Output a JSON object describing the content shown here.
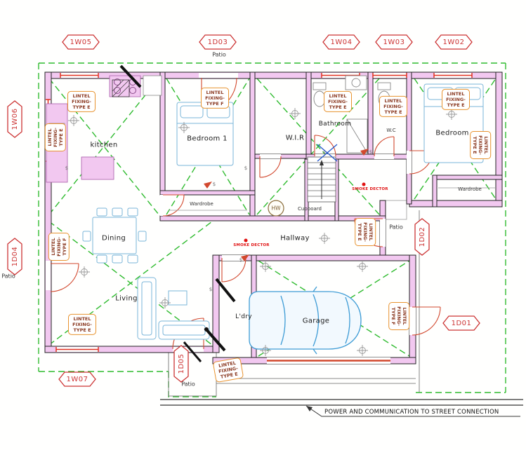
{
  "drawing": {
    "type": "architectural-floor-plan"
  },
  "markers": [
    "1W05",
    "1D03",
    "1W04",
    "1W03",
    "1W02",
    "1W06",
    "1D04",
    "1W07",
    "1D05",
    "1D02",
    "1D01"
  ],
  "rooms": [
    "kitchen",
    "Bedroom 1",
    "W.I.R",
    "Bathroom",
    "W.C",
    "Bedroom",
    "Wardrobe",
    "Wardrobe",
    "Dining",
    "Living",
    "Hallway",
    "Cupboard",
    "Garage",
    "L'dry"
  ],
  "lintels": [
    "LINTEL FIXING- TYPE E",
    "LINTEL FIXING- TYPE F",
    "LINTEL FIXING- TYPE E",
    "LINTEL FIXING- TYPE E",
    "LINTEL FIXING- TYPE E",
    "LINTEL FIXING- TYPE E",
    "LINTEL FIXING- TYPE E",
    "LINTEL FIXING- TYPE F",
    "LINTEL FIXING- TYPE E",
    "LINTEL FIXING- TYPE E",
    "LINTEL FIXING- TYPE F",
    "LINTEL FIXING- TYPE E"
  ],
  "labels": {
    "patio": "Patio",
    "smoke": "SMOKE DECTOR",
    "hw": "HW",
    "street_note": "POWER AND COMMUNICATION TO STREET CONNECTION",
    "switch": "$"
  },
  "colors": {
    "boundary_green": "#2fbb2f",
    "wall_pink": "#f2c8f0",
    "marker_red": "#cc3333",
    "lintel_border_orange": "#e8932f",
    "lintel_text": "#8b3a22",
    "door_red": "#d2482e",
    "window_red": "#e03020",
    "furniture_blue": "#7ab5d8",
    "car_blue": "#3c9bd5",
    "smoke_red": "#e01010"
  }
}
